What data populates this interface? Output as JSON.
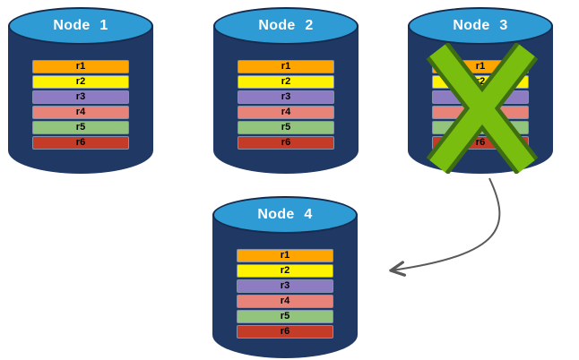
{
  "nodes": [
    {
      "label": "Node 1",
      "failed": false
    },
    {
      "label": "Node 2",
      "failed": false
    },
    {
      "label": "Node 3",
      "failed": true
    },
    {
      "label": "Node 4",
      "failed": false
    }
  ],
  "rows": [
    {
      "label": "r1",
      "color": "#FFA500"
    },
    {
      "label": "r2",
      "color": "#FFF200"
    },
    {
      "label": "r3",
      "color": "#8E7CC3"
    },
    {
      "label": "r4",
      "color": "#E8837A"
    },
    {
      "label": "r5",
      "color": "#93C47D"
    },
    {
      "label": "r6",
      "color": "#C43B27"
    }
  ],
  "colors": {
    "cylinder_body": "#1F3864",
    "cylinder_cap": "#2E9BD5",
    "node_label_text": "#FFFFFF",
    "row_label_text": "#000000",
    "failure_x_fill": "#79BD0F",
    "failure_x_outline": "#3F6D12",
    "arrow": "#595959"
  },
  "annotations": {
    "failure_icon": "x-icon over Node 3",
    "arrow": "curved arrow from Node 3 to Node 4"
  }
}
